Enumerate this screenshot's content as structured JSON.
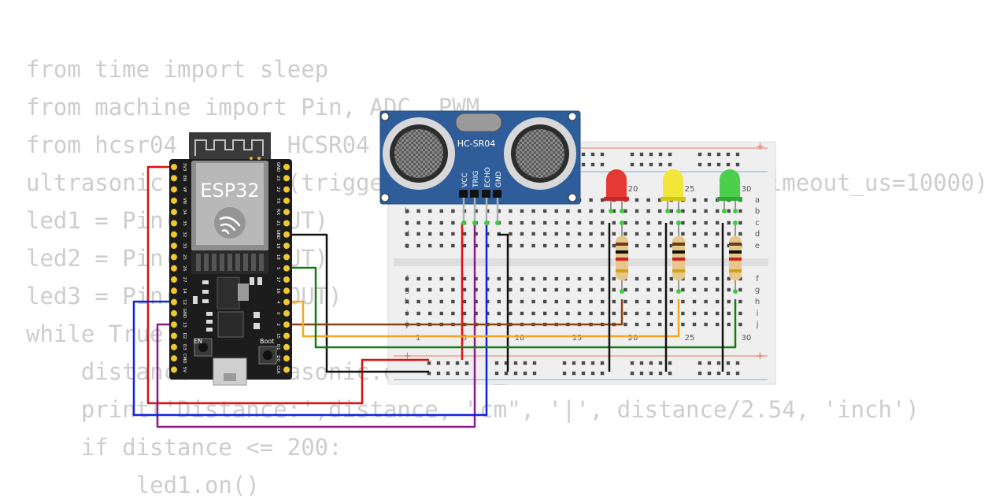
{
  "code_lines": [
    "from time import sleep",
    "from machine import Pin, ADC, PWM",
    "from hcsr04 import HCSR04",
    "ultrasonic = HCSR04(trigger_pin=5, echo_pin=18, echo_timeout_us=10000)",
    "led1 = Pin(2, Pin.OUT)",
    "led2 = Pin(4, Pin.OUT)",
    "led3 = Pin(19, Pin.OUT)",
    "while True:",
    "    distance = ultrasonic.distance_cm()",
    "    print('Distance:',distance, \"cm\", '|', distance/2.54, 'inch')",
    "    if distance <= 200:",
    "        led1.on()"
  ],
  "esp32": {
    "label": "ESP32",
    "en_label": "EN",
    "boot_label": "Boot",
    "left_pins": [
      "3V3",
      "EN",
      "VP",
      "VN",
      "34",
      "35",
      "32",
      "33",
      "25",
      "26",
      "27",
      "14",
      "12",
      "GND",
      "13",
      "D2",
      "D3",
      "CMD",
      "5V"
    ],
    "right_pins": [
      "GND",
      "23",
      "22",
      "TX",
      "RX",
      "21",
      "GND",
      "19",
      "18",
      "5",
      "17",
      "16",
      "4",
      "0",
      "2",
      "15",
      "D1",
      "D0",
      "CLK"
    ]
  },
  "sensor": {
    "label": "HC-SR04",
    "pins": [
      "VCC",
      "TRIG",
      "ECHO",
      "GND"
    ]
  },
  "breadboard": {
    "row_letters_top": [
      "a",
      "b",
      "c",
      "d",
      "e"
    ],
    "row_letters_bottom": [
      "f",
      "g",
      "h",
      "i",
      "j"
    ],
    "column_numbers": [
      "1",
      "5",
      "10",
      "15",
      "20",
      "25",
      "30"
    ],
    "top_column_numbers": [
      "20",
      "25",
      "30"
    ]
  },
  "leds": [
    {
      "name": "led-red",
      "color": "#e53935"
    },
    {
      "name": "led-yellow",
      "color": "#f2e63a"
    },
    {
      "name": "led-green",
      "color": "#4ccf4c"
    }
  ],
  "wire_colors": {
    "vcc": "#dd1111",
    "trig": "#8b1a8b",
    "echo": "#1122dd",
    "gnd": "#111111",
    "led1": "#8b4513",
    "led2": "#f5a623",
    "led3": "#137a13"
  }
}
